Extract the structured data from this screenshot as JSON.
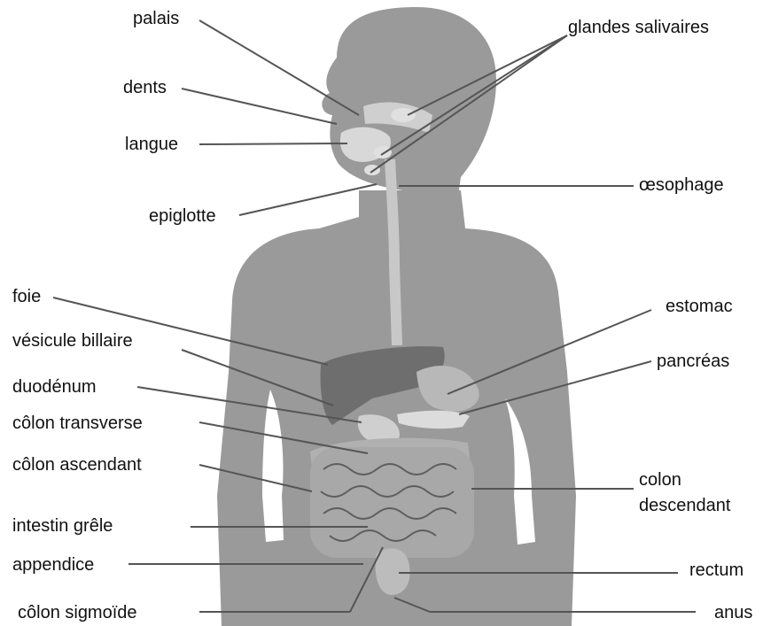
{
  "labels_left": {
    "palais": "palais",
    "dents": "dents",
    "langue": "langue",
    "epiglotte": "epiglotte",
    "foie": "foie",
    "vesicule": "vésicule billaire",
    "duodenum": "duodénum",
    "colon_transverse": "côlon transverse",
    "colon_ascendant": "côlon ascendant",
    "intestin": "intestin grêle",
    "appendice": "appendice",
    "colon_sigmoide": "côlon sigmoïde"
  },
  "labels_right": {
    "glandes": "glandes salivaires",
    "oesophage": "œsophage",
    "estomac": "estomac",
    "pancreas": "pancréas",
    "colon_descendant_1": "colon",
    "colon_descendant_2": "descendant",
    "rectum": "rectum",
    "anus": "anus"
  },
  "colors": {
    "body": "#9a9a9a",
    "organ_light": "#cfcfcf",
    "organ_dark": "#6e6e6e",
    "leader": "#555555"
  }
}
